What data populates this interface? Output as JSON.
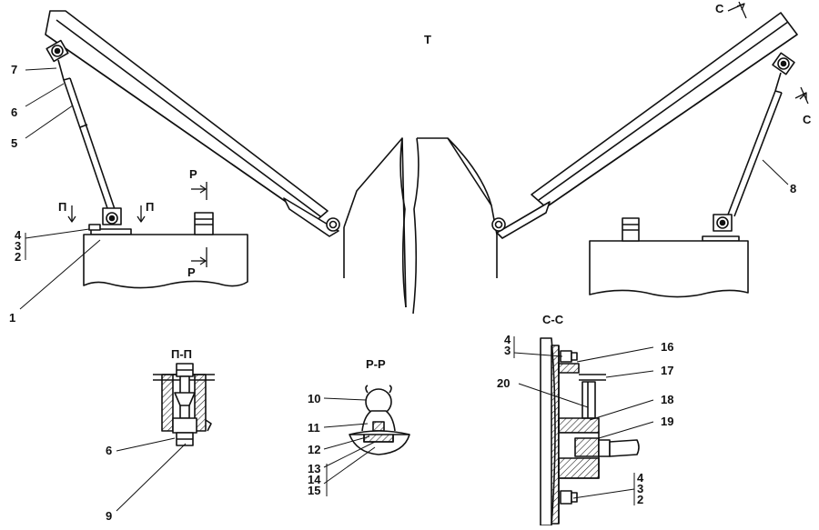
{
  "view_labels": {
    "main": "T",
    "section_c_left": "C",
    "section_c_right": "C",
    "section_p_top_left": "П",
    "section_p_top_right": "П",
    "section_r_top": "P",
    "section_r_bottom": "P",
    "pp_title": "П-П",
    "rr_title": "Р-Р",
    "cc_title": "С-С"
  },
  "callouts": {
    "n1": "1",
    "n2": "2",
    "n3": "3",
    "n4": "4",
    "n5": "5",
    "n6": "6",
    "n7": "7",
    "n8": "8",
    "pp_6": "6",
    "pp_9": "9",
    "rr_10": "10",
    "rr_11": "11",
    "rr_12": "12",
    "rr_13": "13",
    "rr_14": "14",
    "rr_15": "15",
    "cc_4": "4",
    "cc_3": "3",
    "cc_16": "16",
    "cc_17": "17",
    "cc_20": "20",
    "cc_18": "18",
    "cc_19": "19",
    "cc_b4": "4",
    "cc_b3": "3",
    "cc_b2": "2"
  }
}
